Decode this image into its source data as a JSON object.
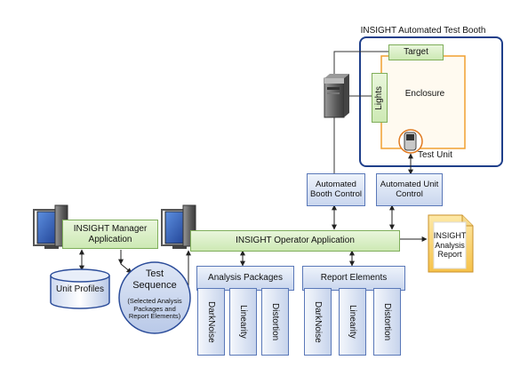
{
  "booth": {
    "title": "INSIGHT Automated Test Booth",
    "target": "Target",
    "lights": "Lights",
    "enclosure": "Enclosure",
    "test_unit": "Test Unit"
  },
  "controls": {
    "booth_control": "Automated Booth Control",
    "unit_control": "Automated Unit Control"
  },
  "manager": {
    "label": "INSIGHT Manager Application"
  },
  "operator": {
    "label": "INSIGHT Operator Application"
  },
  "report": {
    "label": "INSIGHT Analysis Report"
  },
  "unit_profiles": {
    "label": "Unit Profiles"
  },
  "test_sequence": {
    "title": "Test Sequence",
    "note": "(Selected Analysis Packages and Report Elements)"
  },
  "analysis_packages": {
    "title": "Analysis Packages",
    "items": [
      "DarkNoise",
      "Linearity",
      "Distortion"
    ]
  },
  "report_elements": {
    "title": "Report Elements",
    "items": [
      "DarkNoise",
      "Linearity",
      "Distortion"
    ]
  },
  "colors": {
    "green_fill": "#d6edc0",
    "green_border": "#7fae5a",
    "blue_fill": "#d4def2",
    "blue_border": "#5a78b8",
    "booth_border": "#1f3f8a",
    "enclosure_border": "#f0a030",
    "report_fill": "#f8d36a"
  },
  "icons": [
    "computer-icon",
    "server-tower-icon",
    "database-cylinder-icon",
    "document-icon",
    "test-unit-device-icon"
  ]
}
